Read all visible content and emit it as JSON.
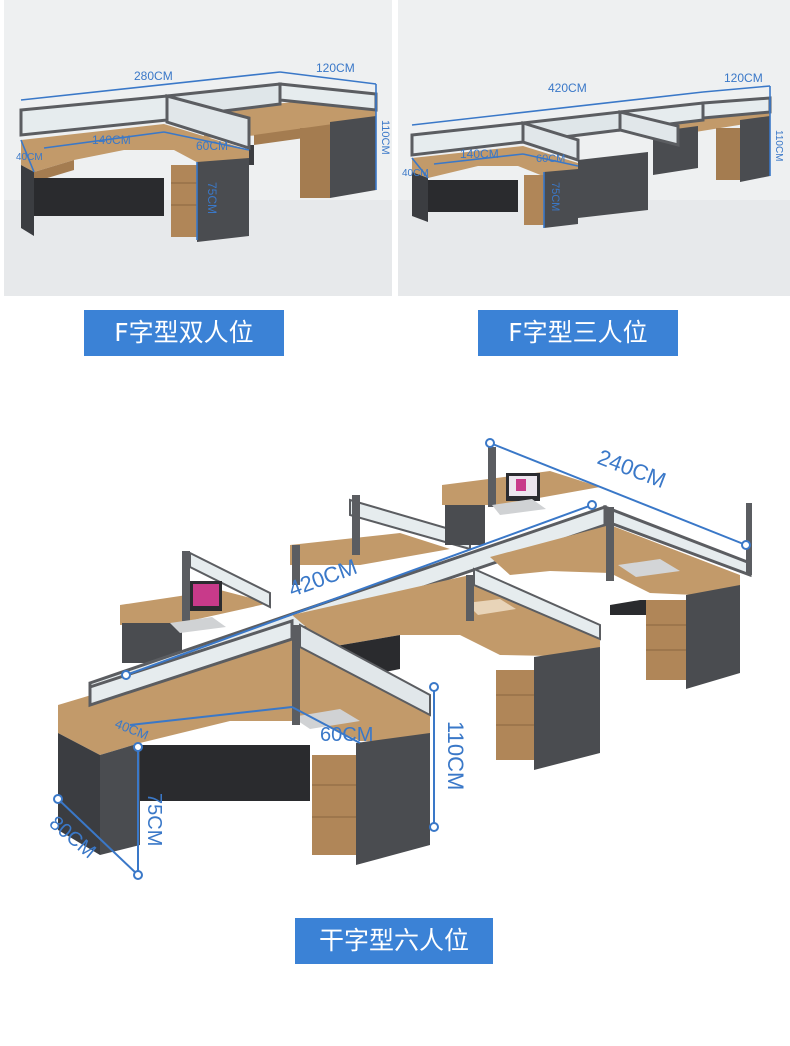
{
  "colors": {
    "wood": "#c29a6a",
    "wood_dark": "#a47c50",
    "leg": "#4a4c50",
    "leg_side": "#3b3d41",
    "glass": "#e6ecee",
    "frame": "#5b5d61",
    "dimension": "#3a78c8",
    "caption_bg": "#3b82d6",
    "floor": "#eef0f1"
  },
  "products": [
    {
      "caption": "F字型双人位",
      "dims": {
        "total_length": "280CM",
        "depth_side": "120CM",
        "height": "110CM",
        "main_desk": "140CM",
        "return": "60CM",
        "panel": "40CM",
        "desk_height": "75CM"
      }
    },
    {
      "caption": "F字型三人位",
      "dims": {
        "total_length": "420CM",
        "depth_side": "120CM",
        "height": "110CM",
        "main_desk": "140CM",
        "return": "60CM",
        "panel": "40CM",
        "desk_height": "75CM"
      }
    },
    {
      "caption": "干字型六人位",
      "dims": {
        "depth_total": "240CM",
        "total_length": "420CM",
        "return": "60CM",
        "panel": "40CM",
        "height": "110CM",
        "desk_height": "75CM",
        "desk_depth": "80CM"
      }
    }
  ]
}
